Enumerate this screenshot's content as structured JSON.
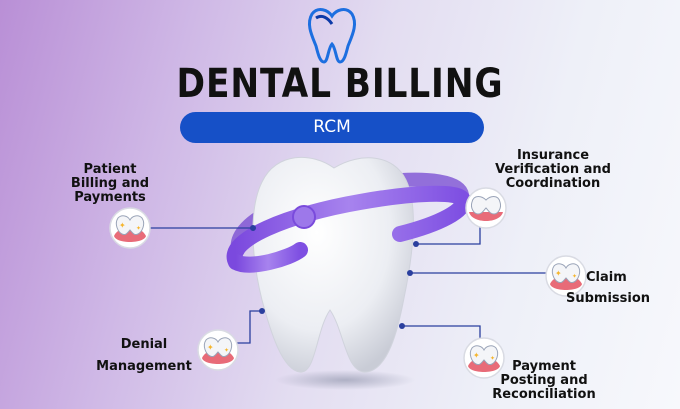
{
  "title": "DENTAL BILLING",
  "subtitle": "RCM",
  "labels": {
    "patient_billing_line1": "Patient",
    "patient_billing_line2": "Billing and",
    "patient_billing_line3": "Payments",
    "insurance_line1": "Insurance",
    "insurance_line2": "Verification and",
    "insurance_line3": "Coordination",
    "claim_line1": "Claim",
    "claim_line2": "Submission",
    "denial_line1": "Denial",
    "denial_line2": "Management",
    "payment_line1": "Payment",
    "payment_line2": "Posting and",
    "payment_line3": "Reconciliation"
  },
  "icons": {
    "logo": "tooth-logo-icon",
    "patient": "tooth-sparkle-icon",
    "insurance": "gum-tooth-icon",
    "claim": "tooth-sparkle-icon",
    "denial": "tooth-sparkle-icon",
    "payment": "tooth-sparkle-icon"
  },
  "colors": {
    "accent_blue": "#1650c7",
    "ring_purple": "#8f5be6",
    "connector": "#2a3f9e"
  }
}
